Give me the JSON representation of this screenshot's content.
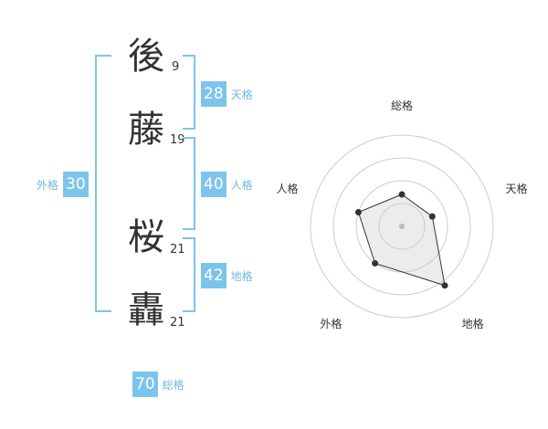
{
  "name": {
    "characters": [
      {
        "char": "後",
        "strokes": "9"
      },
      {
        "char": "藤",
        "strokes": "19"
      },
      {
        "char": "桜",
        "strokes": "21"
      },
      {
        "char": "轟",
        "strokes": "21"
      }
    ]
  },
  "fortune": {
    "tenkaku": {
      "value": "28",
      "label": "天格"
    },
    "jinkaku": {
      "value": "40",
      "label": "人格"
    },
    "chikaku": {
      "value": "42",
      "label": "地格"
    },
    "gaikaku": {
      "value": "30",
      "label": "外格"
    },
    "soukaku": {
      "value": "70",
      "label": "総格"
    }
  },
  "chart_data": {
    "type": "radar",
    "axes": [
      "総格",
      "天格",
      "地格",
      "外格",
      "人格"
    ],
    "values": [
      0.35,
      0.35,
      0.8,
      0.5,
      0.5
    ],
    "rings": 4
  },
  "colors": {
    "accent": "#7dc4ec",
    "label": "#6fb9e6"
  }
}
